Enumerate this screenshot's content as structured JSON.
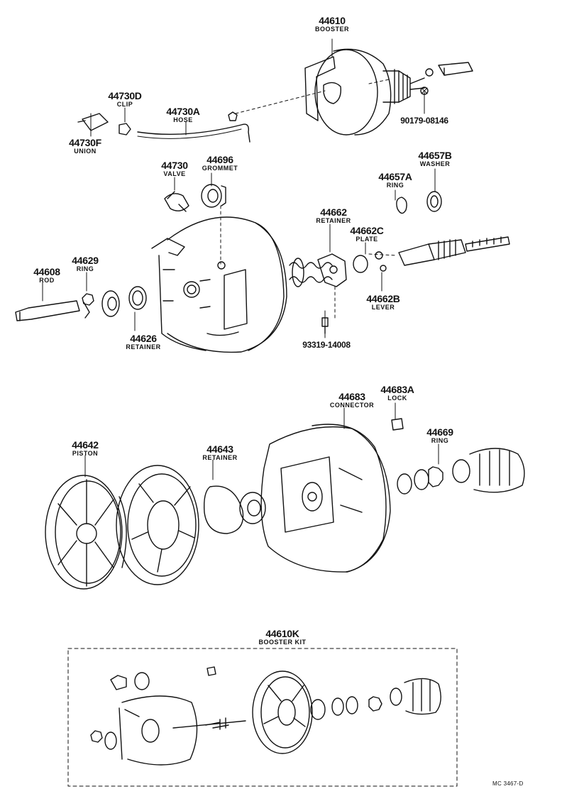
{
  "parts": {
    "p44610": {
      "number": "44610",
      "name": "BOOSTER"
    },
    "p90179": {
      "number": "90179-08146"
    },
    "p44730D": {
      "number": "44730D",
      "name": "CLIP"
    },
    "p44730A": {
      "number": "44730A",
      "name": "HOSE"
    },
    "p44730F": {
      "number": "44730F",
      "name": "UNION"
    },
    "p44730": {
      "number": "44730",
      "name": "VALVE"
    },
    "p44696": {
      "number": "44696",
      "name": "GROMMET"
    },
    "p44657B": {
      "number": "44657B",
      "name": "WASHER"
    },
    "p44657A": {
      "number": "44657A",
      "name": "RING"
    },
    "p44662": {
      "number": "44662",
      "name": "RETAINER"
    },
    "p44662C": {
      "number": "44662C",
      "name": "PLATE"
    },
    "p44629": {
      "number": "44629",
      "name": "RING"
    },
    "p44608": {
      "number": "44608",
      "name": "ROD"
    },
    "p44662B": {
      "number": "44662B",
      "name": "LEVER"
    },
    "p44626": {
      "number": "44626",
      "name": "RETAINER"
    },
    "p93319": {
      "number": "93319-14008"
    },
    "p44683": {
      "number": "44683",
      "name": "CONNECTOR"
    },
    "p44683A": {
      "number": "44683A",
      "name": "LOCK"
    },
    "p44669": {
      "number": "44669",
      "name": "RING"
    },
    "p44642": {
      "number": "44642",
      "name": "PISTON"
    },
    "p44643": {
      "number": "44643",
      "name": "RETAINER"
    },
    "p44610K": {
      "number": "44610K",
      "name": "BOOSTER KIT"
    }
  },
  "drawing_code": "MC 3467-D",
  "colors": {
    "ink": "#111111",
    "paper": "#ffffff"
  }
}
